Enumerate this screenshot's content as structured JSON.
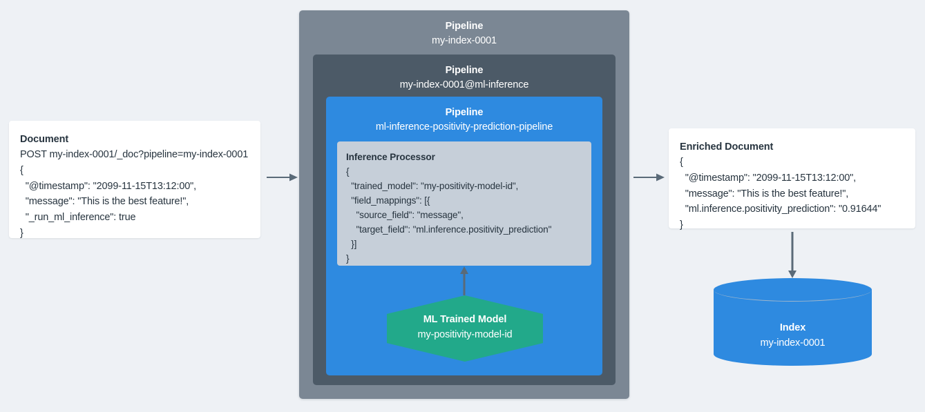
{
  "diagram": {
    "background_color": "#eef1f5",
    "accent_blue": "#2e8ae0",
    "accent_green": "#22a98a",
    "arrow_color": "#5a6a78"
  },
  "document_card": {
    "title": "Document",
    "lines": [
      "POST my-index-0001/_doc?pipeline=my-index-0001",
      "{",
      "  \"@timestamp\": \"2099-11-15T13:12:00\",",
      "  \"message\": \"This is the best feature!\",",
      "  \"_run_ml_inference\": true",
      "}"
    ]
  },
  "pipeline_outer": {
    "kind": "Pipeline",
    "name": "my-index-0001"
  },
  "pipeline_mid": {
    "kind": "Pipeline",
    "name": "my-index-0001@ml-inference"
  },
  "pipeline_inner": {
    "kind": "Pipeline",
    "name": "ml-inference-positivity-prediction-pipeline"
  },
  "inference_processor": {
    "title": "Inference Processor",
    "lines": [
      "{",
      "  \"trained_model\": \"my-positivity-model-id\",",
      "  \"field_mappings\": [{",
      "    \"source_field\": \"message\",",
      "    \"target_field\": \"ml.inference.positivity_prediction\"",
      "  }]",
      "}"
    ]
  },
  "ml_model": {
    "kind": "ML Trained Model",
    "name": "my-positivity-model-id"
  },
  "enriched_card": {
    "title": "Enriched Document",
    "lines": [
      "{",
      "  \"@timestamp\": \"2099-11-15T13:12:00\",",
      "  \"message\": \"This is the best feature!\",",
      "  \"ml.inference.positivity_prediction\": \"0.91644\"",
      "}"
    ]
  },
  "index_node": {
    "kind": "Index",
    "name": "my-index-0001"
  },
  "arrows": [
    {
      "name": "document-to-pipeline",
      "direction": "right"
    },
    {
      "name": "pipeline-to-enriched-document",
      "direction": "right"
    },
    {
      "name": "model-to-inference-processor",
      "direction": "up"
    },
    {
      "name": "enriched-document-to-index",
      "direction": "down"
    }
  ]
}
